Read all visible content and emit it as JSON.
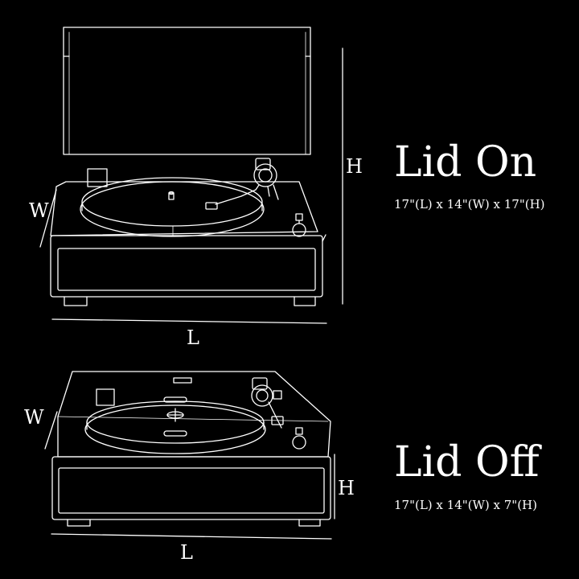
{
  "lid_on": {
    "title": "Lid On",
    "spec": "17\"(L) x 14\"(W) x 17\"(H)",
    "label_h": "H",
    "label_w": "W",
    "label_l": "L"
  },
  "lid_off": {
    "title": "Lid Off",
    "spec": "17\"(L) x 14\"(W) x 7\"(H)",
    "label_h": "H",
    "label_w": "W",
    "label_l": "L"
  },
  "colors": {
    "background": "#000000",
    "line": "#ffffff"
  }
}
